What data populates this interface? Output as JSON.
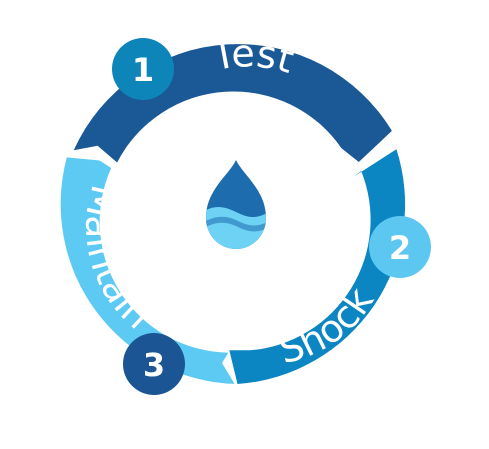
{
  "steps": [
    {
      "number": "1",
      "label": "Test",
      "color": "#1b5996",
      "badge_color": "#0e85b8"
    },
    {
      "number": "2",
      "label": "Shock",
      "color": "#0b86c3",
      "badge_color": "#5cc8f1"
    },
    {
      "number": "3",
      "label": "Maintain",
      "color": "#5ccaf3",
      "badge_color": "#1b5593"
    }
  ],
  "center_icon": "water-drop-icon",
  "colors": {
    "drop": "#1c6cae",
    "water": "#6ed2f5",
    "background": "#ffffff"
  }
}
